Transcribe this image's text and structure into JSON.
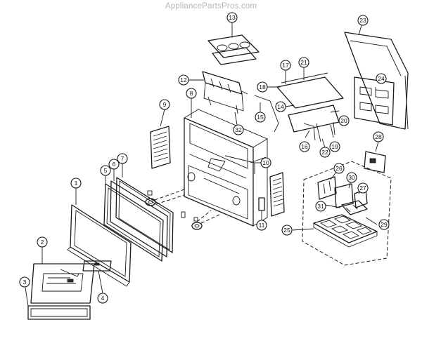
{
  "watermark": "AppliancePartsPros.com",
  "callouts": [
    {
      "id": "c1",
      "label": "1"
    },
    {
      "id": "c2",
      "label": "2"
    },
    {
      "id": "c3",
      "label": "3"
    },
    {
      "id": "c4",
      "label": "4"
    },
    {
      "id": "c5",
      "label": "5"
    },
    {
      "id": "c6",
      "label": "6"
    },
    {
      "id": "c7",
      "label": "7"
    },
    {
      "id": "c8",
      "label": "8"
    },
    {
      "id": "c9",
      "label": "9"
    },
    {
      "id": "c10",
      "label": "10"
    },
    {
      "id": "c11",
      "label": "11"
    },
    {
      "id": "c12",
      "label": "12"
    },
    {
      "id": "c13",
      "label": "13"
    },
    {
      "id": "c14",
      "label": "14"
    },
    {
      "id": "c15",
      "label": "15"
    },
    {
      "id": "c16",
      "label": "16"
    },
    {
      "id": "c17",
      "label": "17"
    },
    {
      "id": "c18",
      "label": "18"
    },
    {
      "id": "c19",
      "label": "19"
    },
    {
      "id": "c20",
      "label": "20"
    },
    {
      "id": "c21",
      "label": "21"
    },
    {
      "id": "c22",
      "label": "22"
    },
    {
      "id": "c23",
      "label": "23"
    },
    {
      "id": "c24",
      "label": "24"
    },
    {
      "id": "c25",
      "label": "25"
    },
    {
      "id": "c26",
      "label": "26"
    },
    {
      "id": "c27",
      "label": "27"
    },
    {
      "id": "c28",
      "label": "28"
    },
    {
      "id": "c29",
      "label": "29"
    },
    {
      "id": "c30",
      "label": "30"
    },
    {
      "id": "c31",
      "label": "31"
    },
    {
      "id": "c32",
      "label": "32"
    }
  ]
}
